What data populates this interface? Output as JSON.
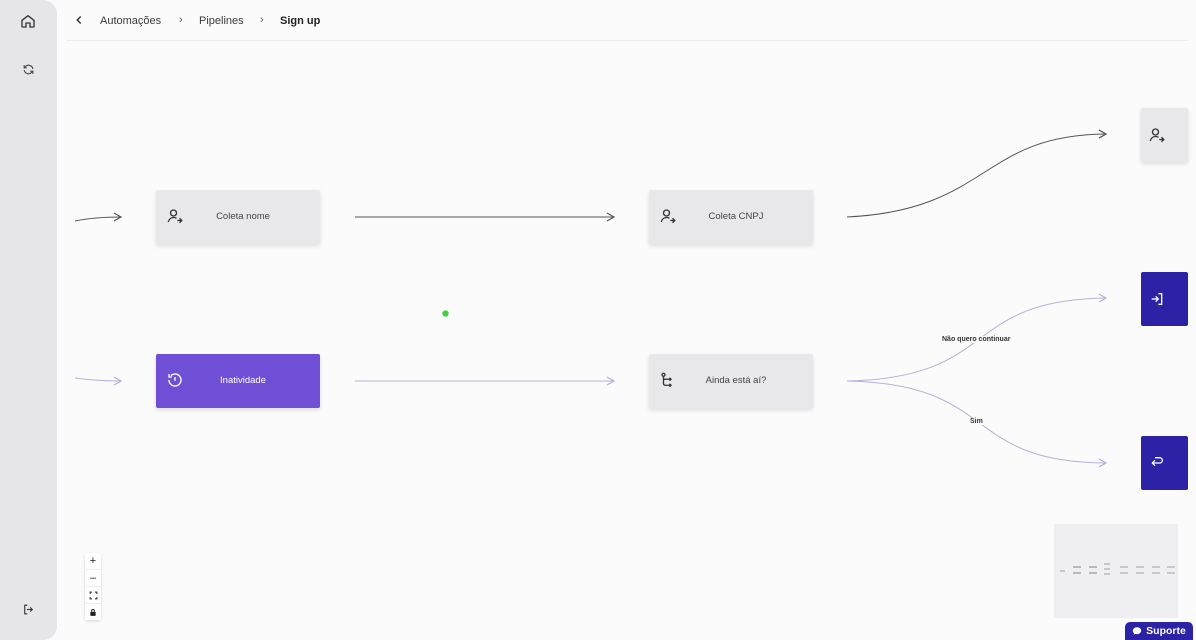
{
  "breadcrumb": {
    "items": [
      "Automações",
      "Pipelines",
      "Sign up"
    ]
  },
  "nodes": {
    "coleta_nome": "Coleta nome",
    "coleta_cnpj": "Coleta CNPJ",
    "inatividade": "Inatividade",
    "ainda_esta_ai": "Ainda está aí?"
  },
  "edges": {
    "nao_quero": "Não quero continuar",
    "sim": "Sim"
  },
  "zoom_controls": [
    "+",
    "–"
  ],
  "support": {
    "label": "Suporte"
  },
  "colors": {
    "accent_purple": "#6e4fd6",
    "dark_indigo": "#2b22a6",
    "edge_dark": "#555555",
    "edge_light": "#b6b0dc"
  },
  "icons": {
    "home": "home-icon",
    "refresh": "refresh-icon",
    "logout": "logout-icon",
    "user_action": "user-arrow-icon",
    "history": "history-icon",
    "branch": "branch-icon",
    "login": "login-icon",
    "return": "return-icon",
    "chat": "chat-icon"
  }
}
